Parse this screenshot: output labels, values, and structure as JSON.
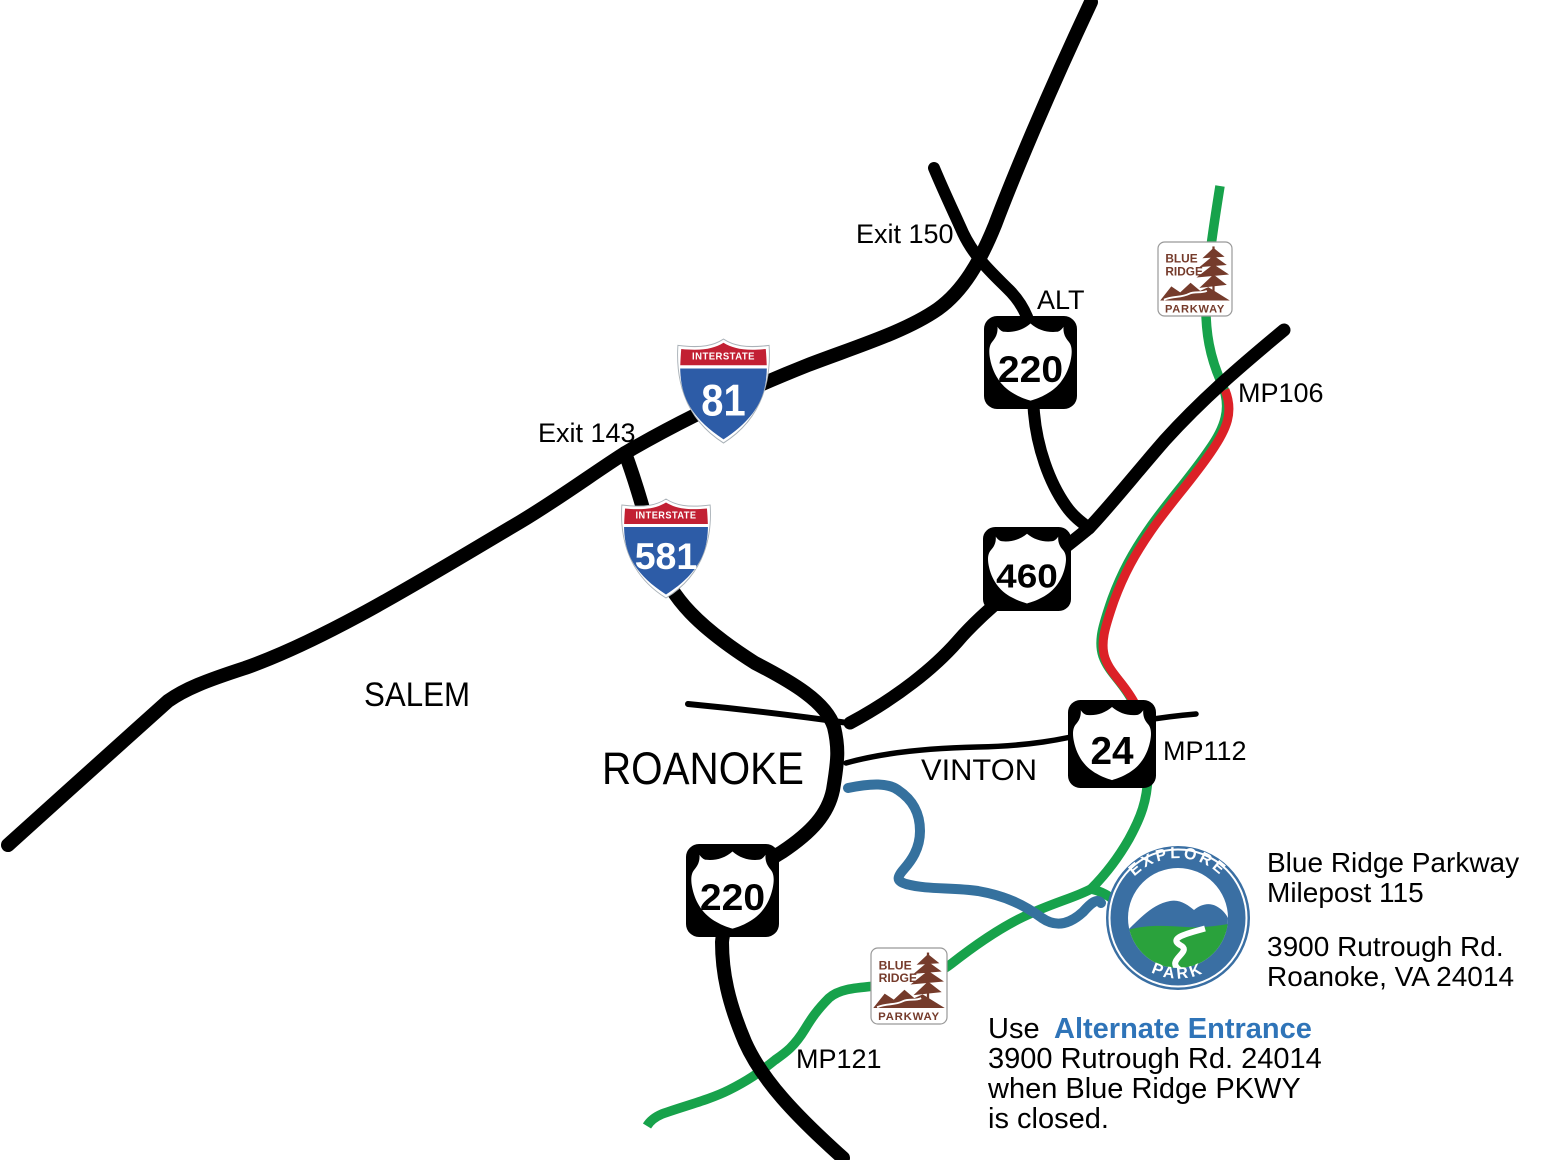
{
  "labels": {
    "exit150": "Exit 150",
    "exit143": "Exit 143",
    "alt": "ALT",
    "mp106": "MP106",
    "mp112": "MP112",
    "mp121": "MP121",
    "salem": "SALEM",
    "roanoke": "ROANOKE",
    "vinton": "VINTON"
  },
  "shields": {
    "i81": {
      "banner": "INTERSTATE",
      "number": "81"
    },
    "i581": {
      "banner": "INTERSTATE",
      "number": "581"
    },
    "us220alt": {
      "modifier": "ALT",
      "number": "220"
    },
    "us460": {
      "number": "460"
    },
    "va24": {
      "number": "24"
    },
    "us220": {
      "number": "220"
    }
  },
  "logos": {
    "brp": {
      "word1": "BLUE",
      "word2": "RIDGE",
      "banner": "PARKWAY"
    },
    "explore_park": {
      "arc_top": "EXPLORE",
      "arc_bottom": "PARK"
    }
  },
  "callout": {
    "line1": "Blue Ridge Parkway",
    "line2": "Milepost 115",
    "line3": "3900 Rutrough Rd.",
    "line4": "Roanoke, VA 24014"
  },
  "note": {
    "use_word": "Use",
    "highlight": "Alternate Entrance",
    "line2": "3900 Rutrough Rd. 24014",
    "line3": "when Blue Ridge PKWY",
    "line4": "is closed."
  },
  "colors": {
    "parkway_green": "#17A24B",
    "closed_section_red": "#DC2127",
    "alternate_route_blue": "#35719E",
    "road_black": "#000000",
    "interstate_blue": "#2D5CA7",
    "interstate_red": "#C22033",
    "brp_brown": "#753B2B",
    "note_highlight_blue": "#2F74B8"
  }
}
